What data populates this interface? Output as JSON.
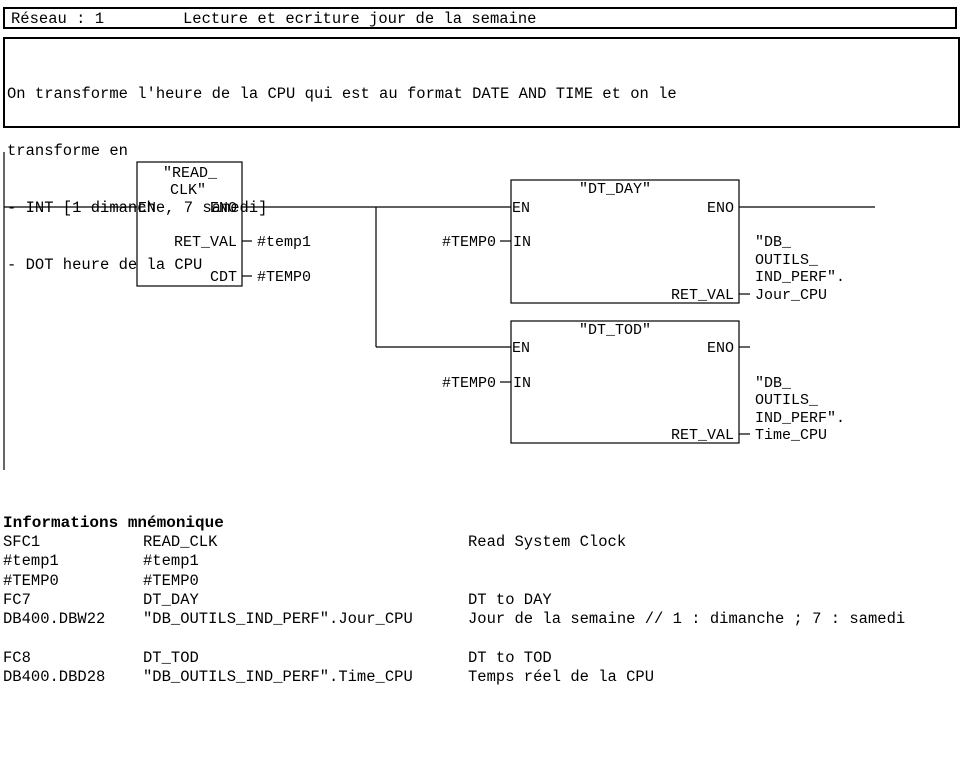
{
  "network": {
    "label": "Réseau : 1",
    "title": "Lecture et ecriture jour de la semaine"
  },
  "comment": {
    "lines": [
      "On transforme l'heure de la CPU qui est au format DATE AND TIME et on le",
      "transforme en",
      "- INT [1 dimanche, 7 samedi]",
      "- DOT heure de la CPU"
    ]
  },
  "ladder": {
    "read_clk": {
      "name_line1": "\"READ_",
      "name_line2": "CLK\"",
      "en": "EN",
      "eno": "ENO",
      "ret_val_pin": "RET_VAL",
      "cdt_pin": "CDT",
      "ret_val_operand": "#temp1",
      "cdt_operand": "#TEMP0"
    },
    "dt_day": {
      "name": "\"DT_DAY\"",
      "en": "EN",
      "eno": "ENO",
      "in_pin": "IN",
      "in_operand": "#TEMP0",
      "ret_val_pin": "RET_VAL",
      "out_line1": "\"DB_",
      "out_line2": "OUTILS_",
      "out_line3": "IND_PERF\".",
      "out_line4": "Jour_CPU"
    },
    "dt_tod": {
      "name": "\"DT_TOD\"",
      "en": "EN",
      "eno": "ENO",
      "in_pin": "IN",
      "in_operand": "#TEMP0",
      "ret_val_pin": "RET_VAL",
      "out_line1": "\"DB_",
      "out_line2": "OUTILS_",
      "out_line3": "IND_PERF\".",
      "out_line4": "Time_CPU"
    }
  },
  "info": {
    "title": "Informations mnémonique",
    "rows": [
      [
        "SFC1",
        "READ_CLK",
        "Read System Clock"
      ],
      [
        "#temp1",
        "#temp1",
        ""
      ],
      [
        "#TEMP0",
        "#TEMP0",
        ""
      ],
      [
        "FC7",
        "DT_DAY",
        "DT to DAY"
      ],
      [
        "DB400.DBW22",
        "\"DB_OUTILS_IND_PERF\".Jour_CPU",
        "Jour de la semaine // 1 : dimanche ; 7 : samedi"
      ],
      [
        "FC8",
        "DT_TOD",
        "DT to TOD"
      ],
      [
        "DB400.DBD28",
        "\"DB_OUTILS_IND_PERF\".Time_CPU",
        "Temps réel de la CPU"
      ]
    ]
  }
}
